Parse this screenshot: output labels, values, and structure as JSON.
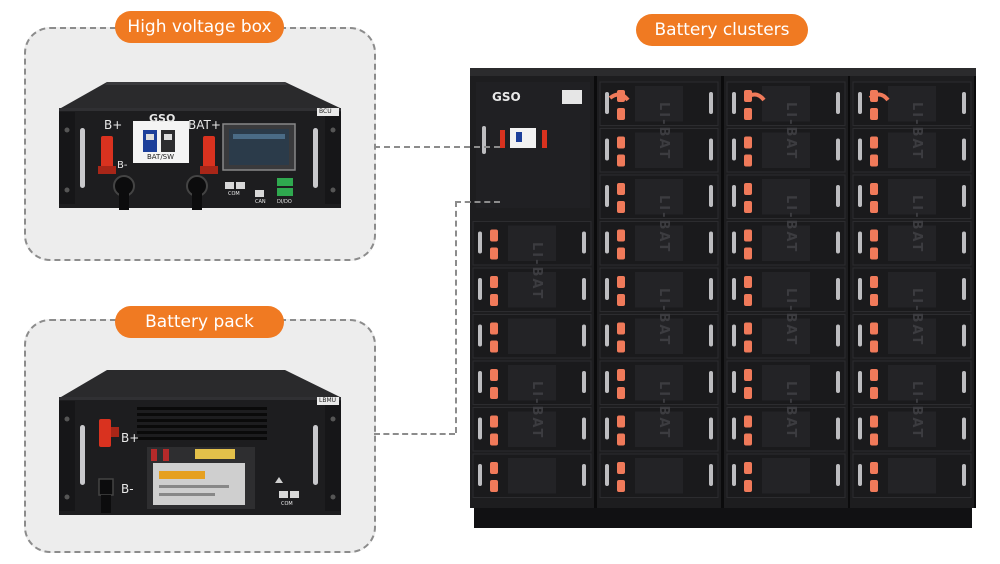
{
  "labels": {
    "hv_box": "High voltage box",
    "battery_pack": "Battery pack",
    "battery_clusters": "Battery clusters"
  },
  "hv_unit": {
    "logo": "GSO",
    "b_plus": "B+",
    "b_minus": "B-",
    "bat_plus": "BAT+",
    "bat_sw": "BAT/SW",
    "com": "COM",
    "can": "CAN",
    "di_do": "DI/DO",
    "tag": "BCU"
  },
  "pack_unit": {
    "b_plus": "B+",
    "b_minus": "B-",
    "com": "COM",
    "tag": "LBMU"
  },
  "cluster": {
    "logo": "GSO",
    "module_text": "LI-BAT"
  },
  "colors": {
    "accent": "#f07a22",
    "panel_bg": "#ededed",
    "metal": "#1d1d1f",
    "connector_red": "#d9321f",
    "terminal_salmon": "#f07a5a"
  }
}
